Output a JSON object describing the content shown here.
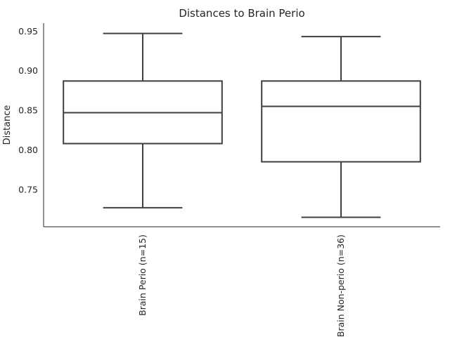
{
  "chart_data": {
    "type": "box",
    "title": "Distances to Brain Perio",
    "xlabel": "",
    "ylabel": "Distance",
    "ylim": [
      0.703,
      0.96
    ],
    "yticks": [
      0.75,
      0.8,
      0.85,
      0.9,
      0.95
    ],
    "ytick_labels": [
      "0.75",
      "0.80",
      "0.85",
      "0.90",
      "0.95"
    ],
    "grid": false,
    "categories": [
      "Brain Perio (n=15)",
      "Brain Non-perio (n=36)"
    ],
    "boxes": [
      {
        "category": "Brain Perio (n=15)",
        "whisker_low": 0.727,
        "q1": 0.808,
        "median": 0.847,
        "q3": 0.887,
        "whisker_high": 0.947
      },
      {
        "category": "Brain Non-perio (n=36)",
        "whisker_low": 0.715,
        "q1": 0.785,
        "median": 0.855,
        "q3": 0.887,
        "whisker_high": 0.943
      }
    ],
    "colors": {
      "box_edge": "#3f3f3f",
      "box_fill": "#ffffff",
      "axis": "#262626",
      "text": "#262626"
    }
  }
}
